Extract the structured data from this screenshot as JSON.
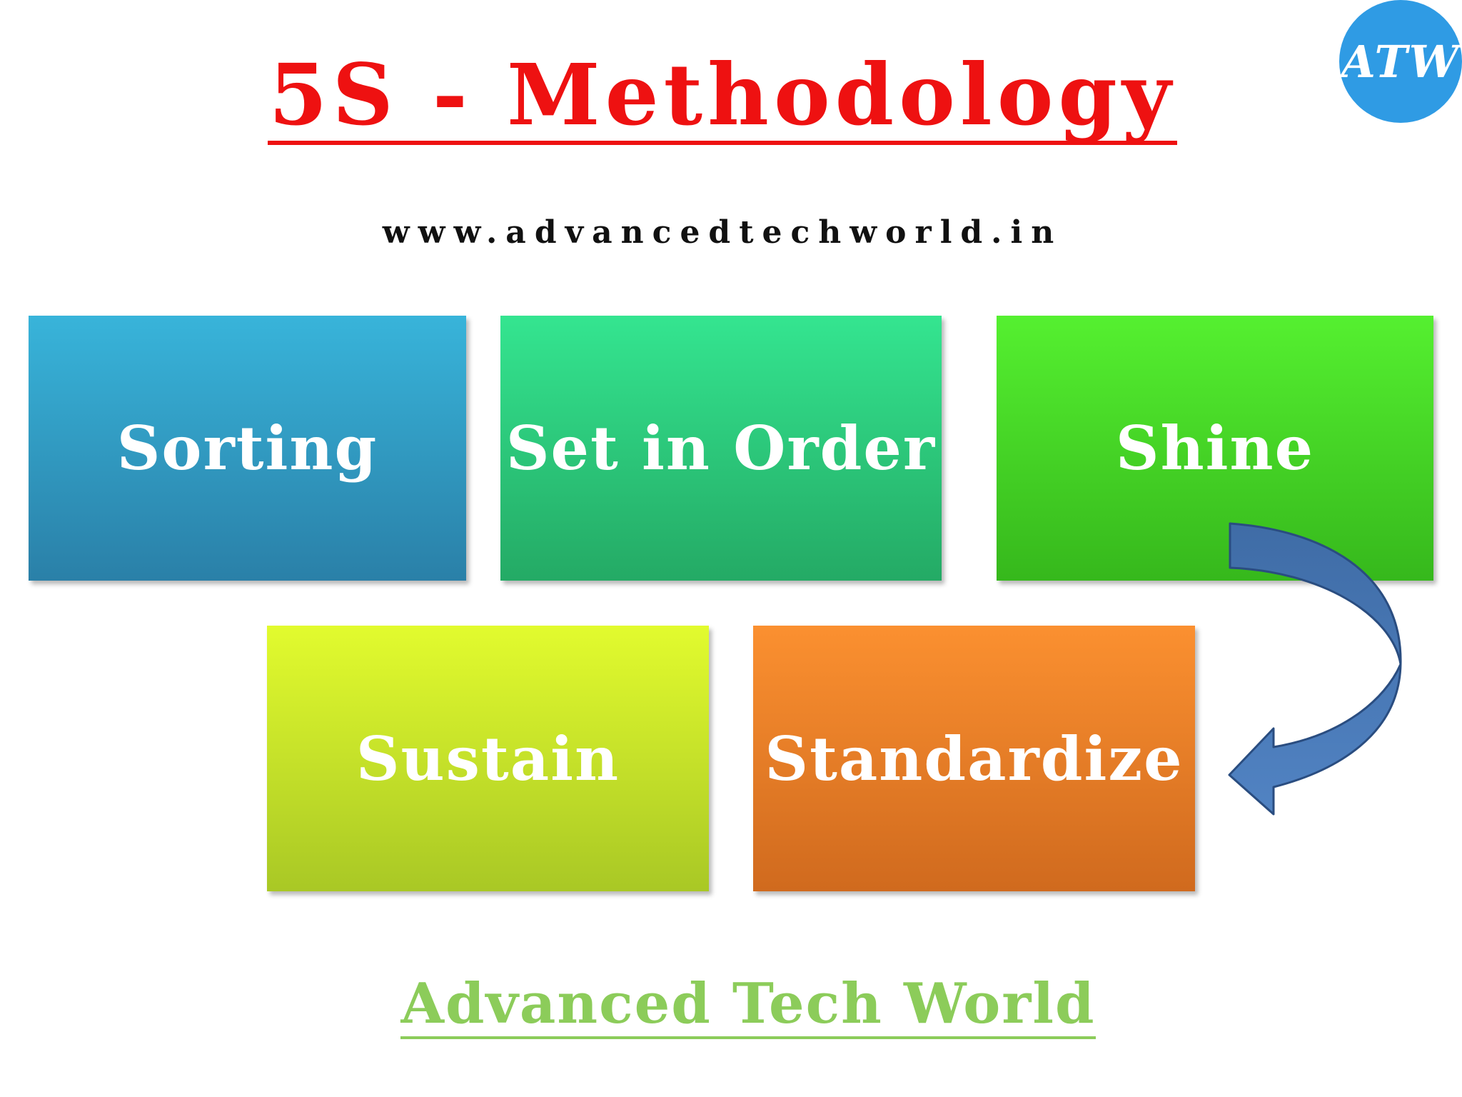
{
  "title": "5S - Methodology",
  "website": "www.advancedtechworld.in",
  "logo": {
    "text": "ATW",
    "color": "#2f9be4"
  },
  "steps": [
    {
      "label": "Sorting",
      "color": "#38b4da"
    },
    {
      "label": "Set in Order",
      "color": "#34e590"
    },
    {
      "label": "Shine",
      "color": "#55f030"
    },
    {
      "label": "Sustain",
      "color": "#e2fb2e"
    },
    {
      "label": "Standardize",
      "color": "#fb9030"
    }
  ],
  "arrow": {
    "from": "Shine",
    "to": "Standardize",
    "color": "#4a7ab8"
  },
  "footer": "Advanced Tech World",
  "colors": {
    "title": "#ee1111",
    "footer": "#8ccc5a"
  }
}
